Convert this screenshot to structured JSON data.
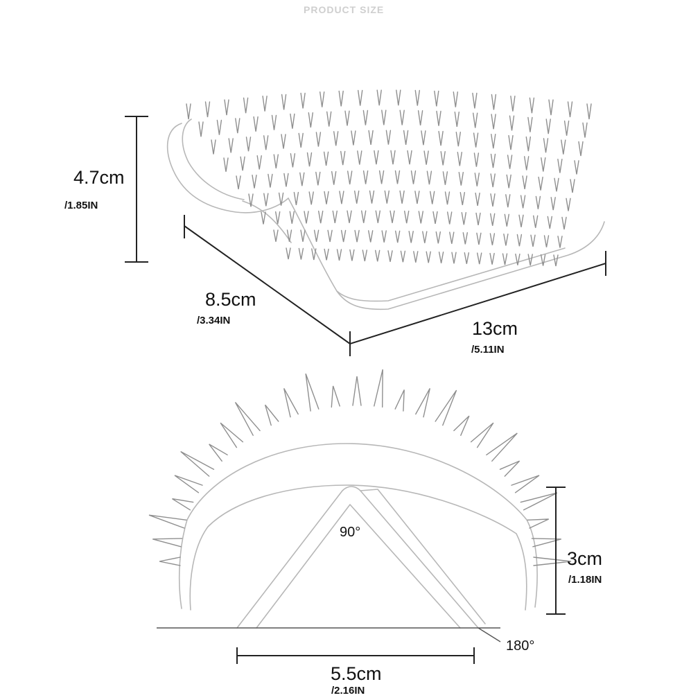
{
  "title": "PRODUCT SIZE",
  "top_view": {
    "height": {
      "cm": "4.7cm",
      "in": "/1.85IN"
    },
    "depth": {
      "cm": "8.5cm",
      "in": "/3.34IN"
    },
    "length": {
      "cm": "13cm",
      "in": "/5.11IN"
    }
  },
  "side_view": {
    "inner_angle": "90°",
    "base_angle": "180°",
    "height": {
      "cm": "3cm",
      "in": "/1.18IN"
    },
    "width": {
      "cm": "5.5cm",
      "in": "/2.16IN"
    }
  },
  "colors": {
    "outline": "#b7b7b7",
    "dimension_line": "#222222",
    "text": "#111111"
  }
}
